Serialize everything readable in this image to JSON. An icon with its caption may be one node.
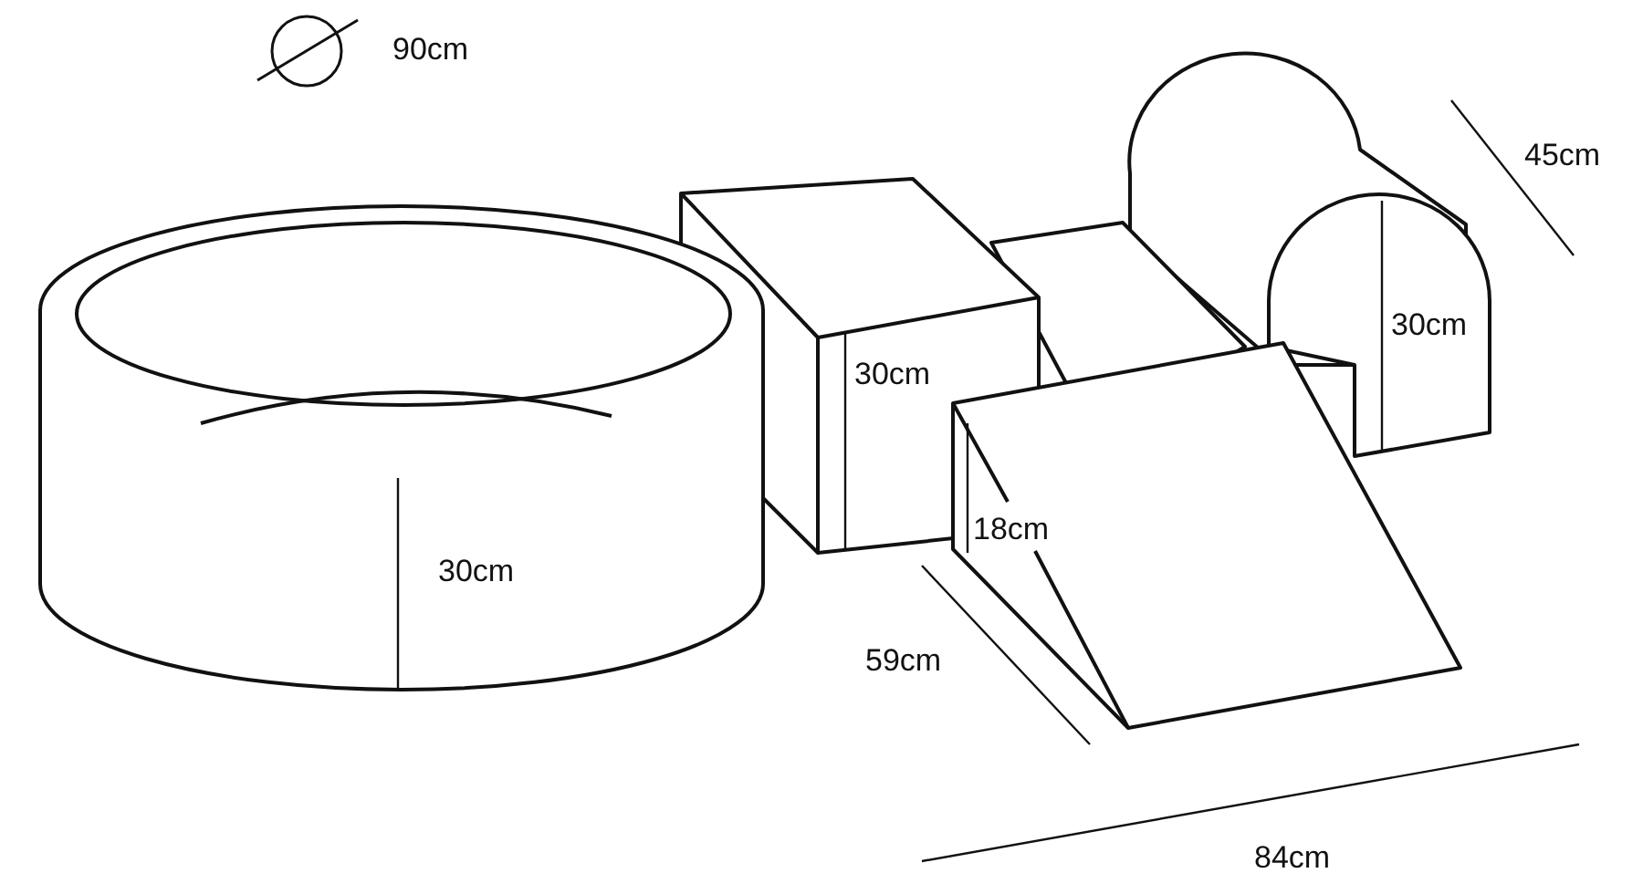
{
  "diagram": {
    "labels": [
      "90cm",
      "45cm",
      "30cm",
      "30cm",
      "18cm",
      "30cm",
      "59cm",
      "84cm"
    ]
  }
}
